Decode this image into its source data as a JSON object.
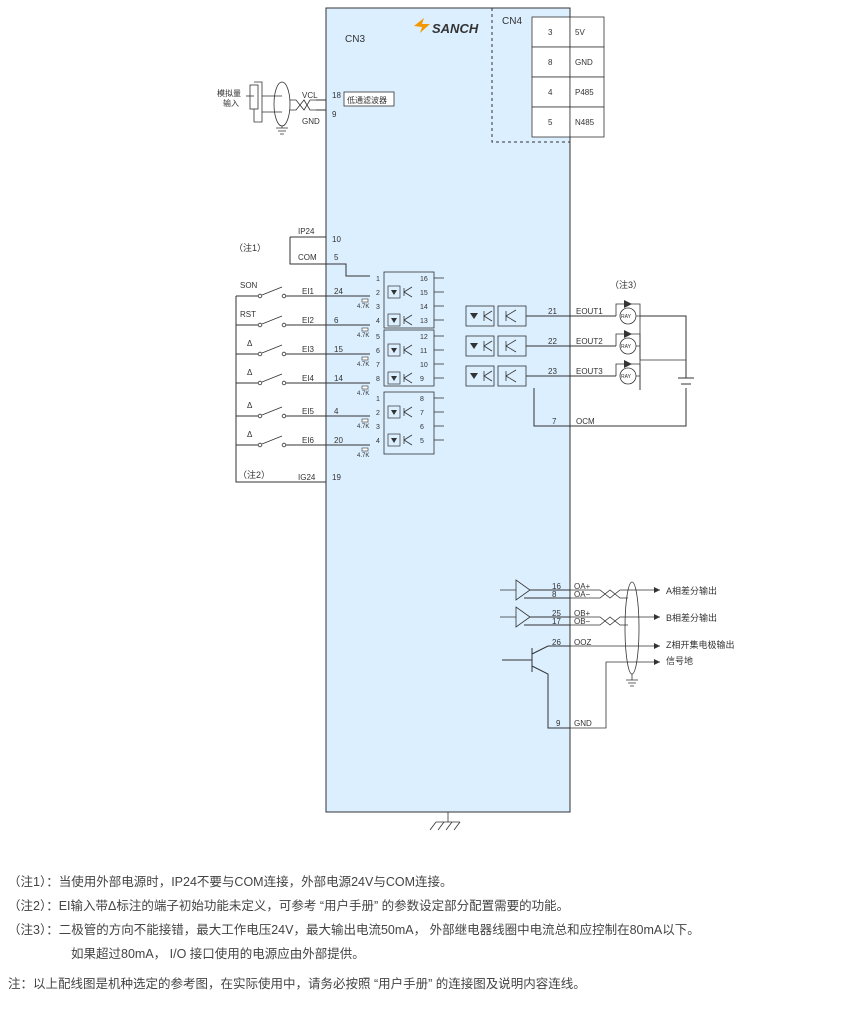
{
  "brand": {
    "logo_text": "SANCH"
  },
  "connectors": {
    "cn3": "CN3",
    "cn4": "CN4"
  },
  "cn4_table": [
    {
      "pin": "3",
      "signal": "5V"
    },
    {
      "pin": "8",
      "signal": "GND"
    },
    {
      "pin": "4",
      "signal": "P485"
    },
    {
      "pin": "5",
      "signal": "N485"
    }
  ],
  "analog": {
    "label_line1": "模拟量",
    "label_line2": "输入",
    "vcl": "VCL",
    "vcl_pin": "18",
    "gnd": "GND",
    "gnd_pin": "9",
    "filter": "低通滤波器"
  },
  "power": {
    "note1": "（注1）",
    "ip24": "IP24",
    "ip24_pin": "10",
    "com": "COM",
    "com_pin": "5",
    "note2": "（注2）",
    "ig24": "IG24",
    "ig24_pin": "19"
  },
  "inputs": [
    {
      "switch_label": "SON",
      "signal": "EI1",
      "pin": "24"
    },
    {
      "switch_label": "RST",
      "signal": "EI2",
      "pin": "6"
    },
    {
      "switch_label": "Δ",
      "signal": "EI3",
      "pin": "15"
    },
    {
      "switch_label": "Δ",
      "signal": "EI4",
      "pin": "14"
    },
    {
      "switch_label": "Δ",
      "signal": "EI5",
      "pin": "4"
    },
    {
      "switch_label": "Δ",
      "signal": "EI6",
      "pin": "20"
    }
  ],
  "resistor_label": "4.7K",
  "opto_pins": [
    [
      "1",
      "2",
      "3",
      "4"
    ],
    [
      "5",
      "6",
      "7",
      "8"
    ],
    [
      "1",
      "2",
      "3",
      "4"
    ]
  ],
  "opto_pins_right": [
    [
      "16",
      "15",
      "14",
      "13"
    ],
    [
      "12",
      "11",
      "10",
      "9"
    ],
    [
      "8",
      "7",
      "6",
      "5"
    ]
  ],
  "outputs": {
    "note3": "（注3）",
    "items": [
      {
        "pin": "21",
        "signal": "EOUT1"
      },
      {
        "pin": "22",
        "signal": "EOUT2"
      },
      {
        "pin": "23",
        "signal": "EOUT3"
      }
    ],
    "ocm_pin": "7",
    "ocm": "OCM",
    "relay_label": "RAY"
  },
  "encoder": {
    "items": [
      {
        "pin": "16",
        "signal": "OA+"
      },
      {
        "pin": "8",
        "signal": "OA−"
      },
      {
        "pin": "25",
        "signal": "OB+"
      },
      {
        "pin": "17",
        "signal": "OB−"
      },
      {
        "pin": "26",
        "signal": "OOZ"
      }
    ],
    "a_out": "A相差分输出",
    "b_out": "B相差分输出",
    "z_out": "Z相开集电极输出",
    "sig_gnd": "信号地",
    "gnd_pin": "9",
    "gnd": "GND"
  },
  "notes": {
    "n1": "（注1）：当使用外部电源时，IP24不要与COM连接，外部电源24V与COM连接。",
    "n2": "（注2）：EI输入带Δ标注的端子初始功能未定义，可参考 “用户手册” 的参数设定部分配置需要的功能。",
    "n3a": "（注3）：二极管的方向不能接错，最大工作电压24V，最大输出电流50mA， 外部继电器线圈中电流总和应控制在80mA以下。",
    "n3b": "如果超过80mA， I/O 接口使用的电源应由外部提供。",
    "n4": "注：以上配线图是机种选定的参考图，在实际使用中，请务必按照 “用户手册” 的连接图及说明内容连线。"
  },
  "colors": {
    "panel": "#dcefff",
    "line": "#333333",
    "logo_orange": "#f39800",
    "logo_dark": "#333333"
  }
}
